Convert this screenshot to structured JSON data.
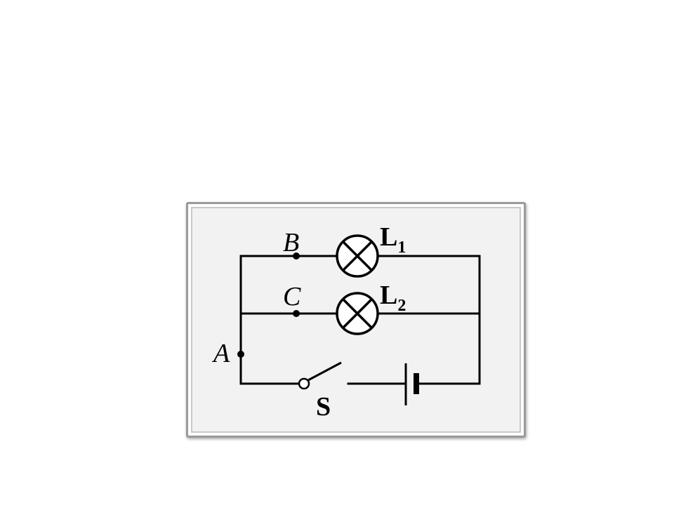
{
  "diagram": {
    "labels": {
      "point_a": "A",
      "point_b": "B",
      "point_c": "C",
      "lamp1_letter": "L",
      "lamp1_sub": "1",
      "lamp2_letter": "L",
      "lamp2_sub": "2",
      "switch": "S"
    }
  }
}
